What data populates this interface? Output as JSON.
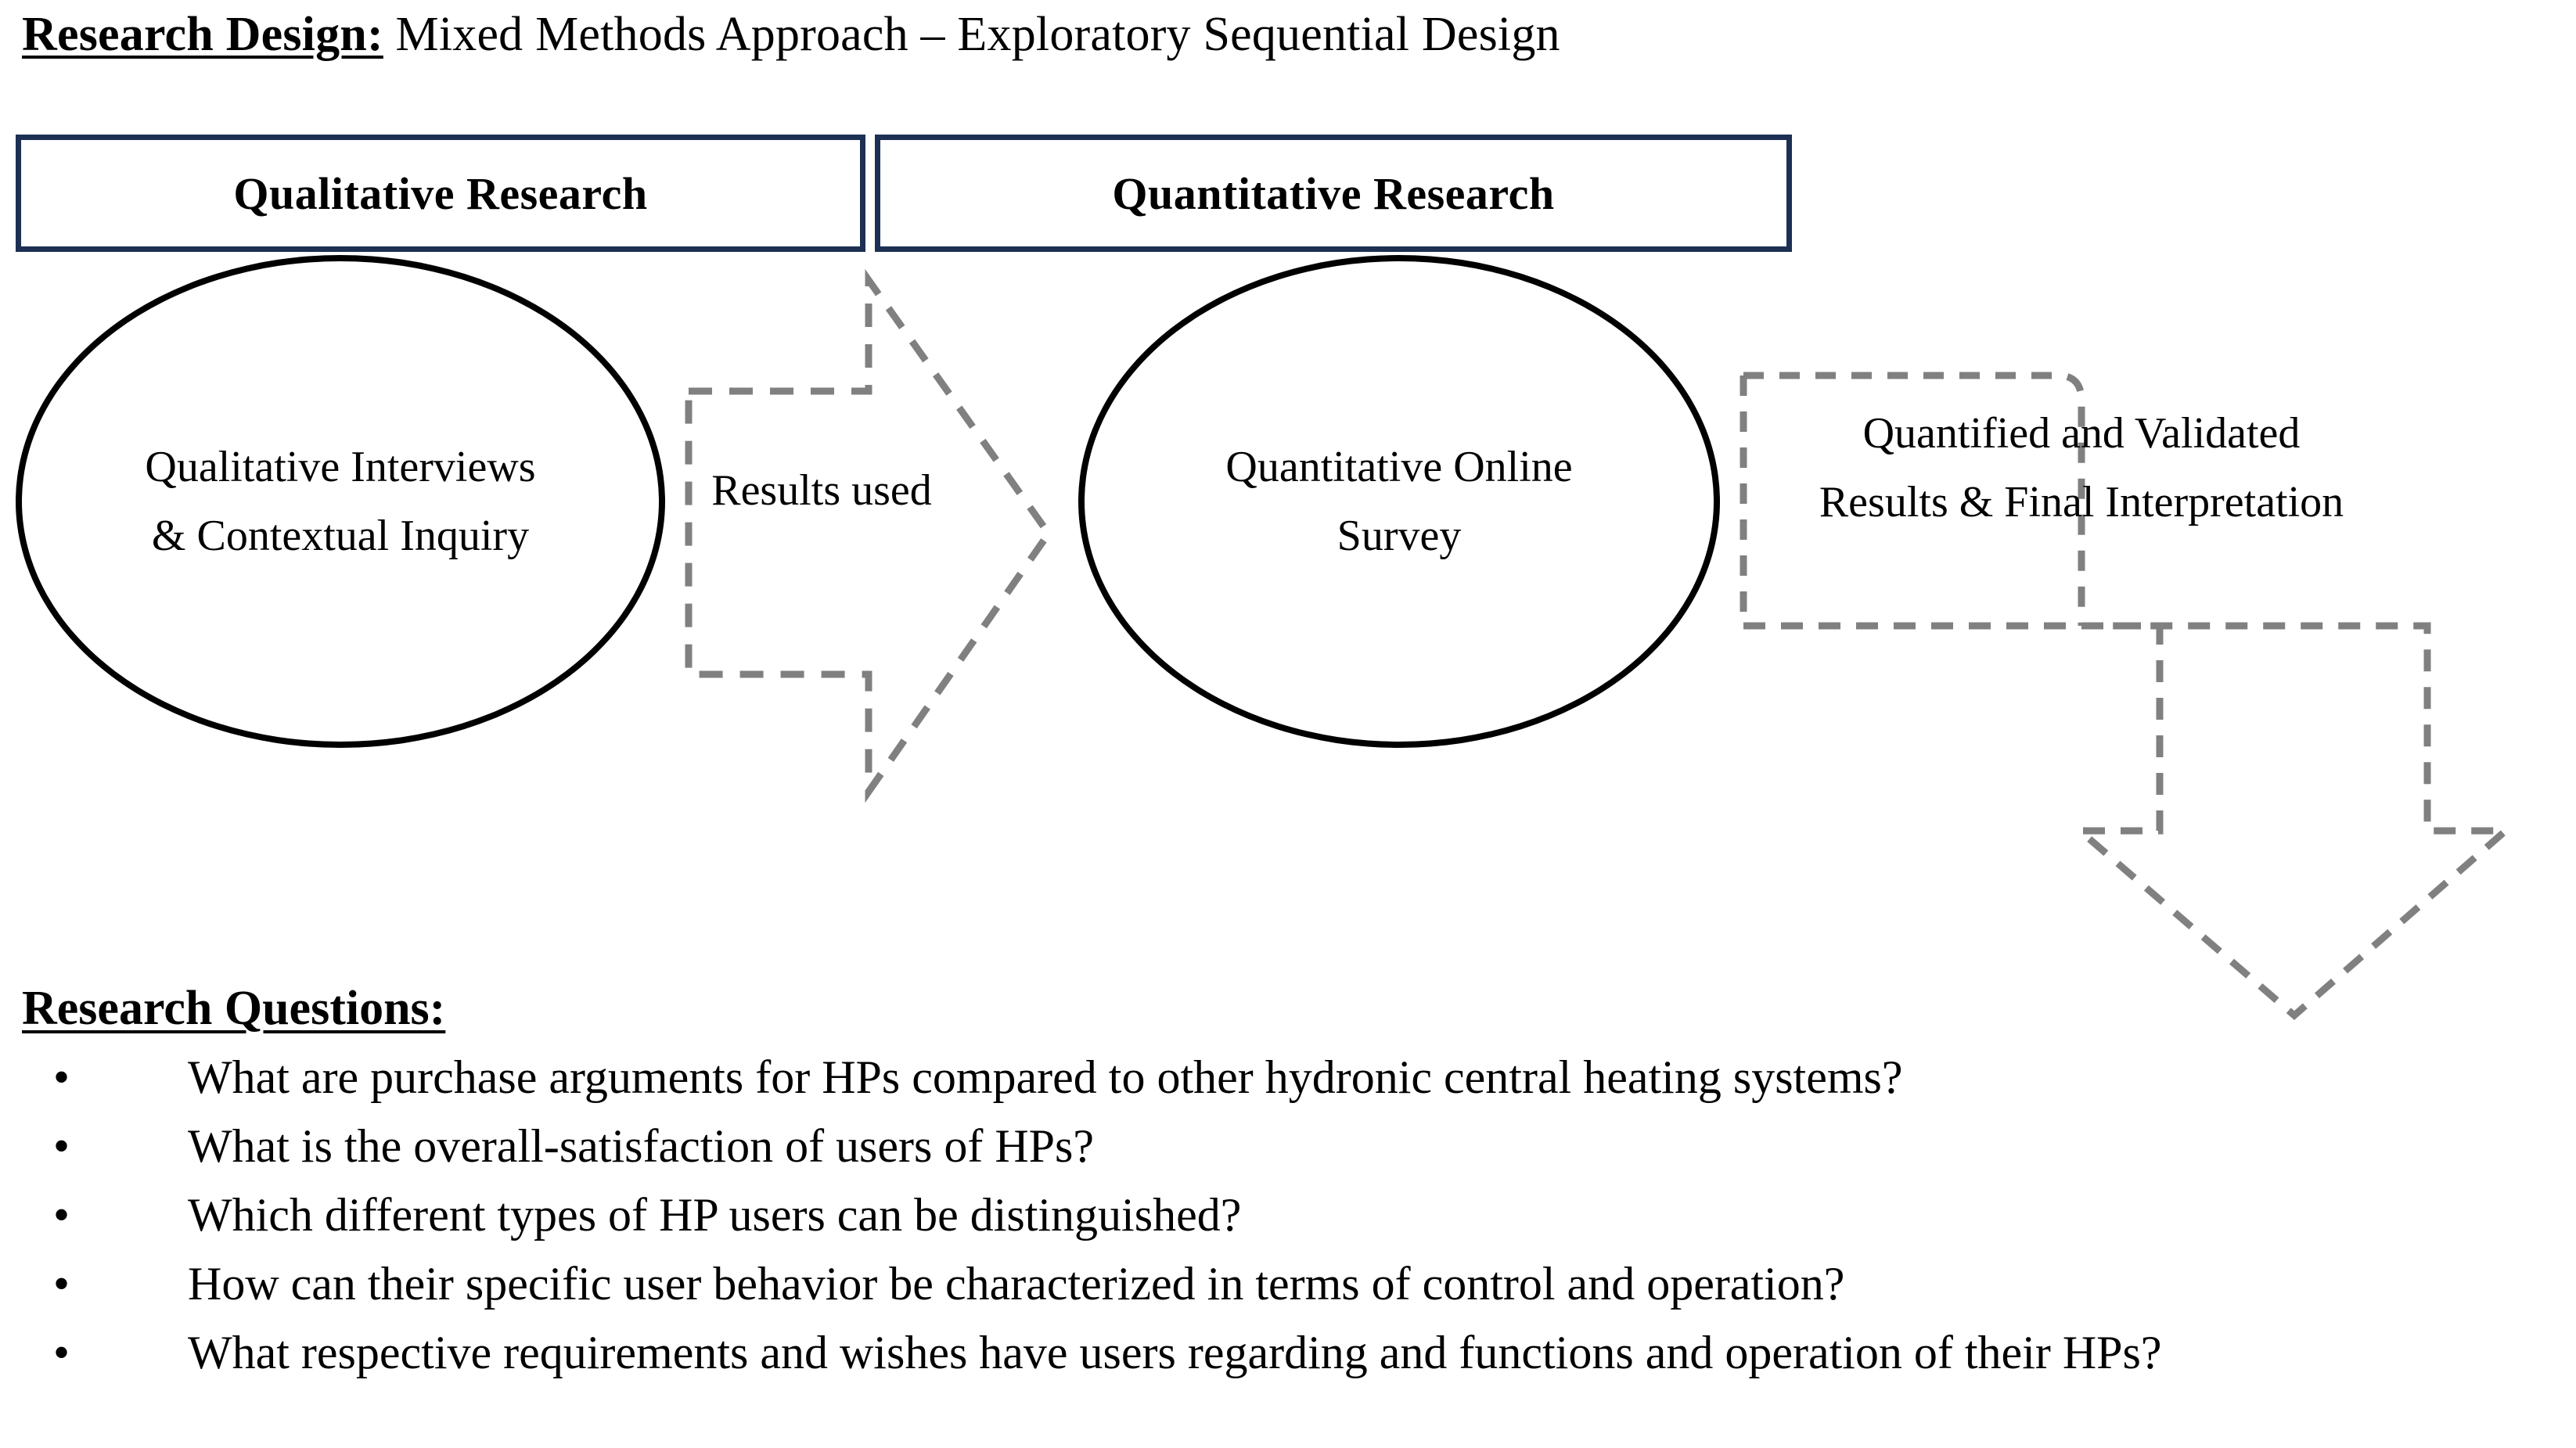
{
  "heading": {
    "label": "Research Design:",
    "text": " Mixed Methods Approach – Exploratory Sequential  Design"
  },
  "colors": {
    "box_border": "#1d3054",
    "ellipse_border": "#000000",
    "dashed_connector": "#808080",
    "text": "#000000",
    "background": "#ffffff"
  },
  "phases": {
    "qualitative": {
      "header": "Qualitative Research",
      "ellipse_text": "Qualitative Interviews & Contextual Inquiry"
    },
    "quantitative": {
      "header": "Quantitative Research",
      "ellipse_text": "Quantitative Online Survey"
    }
  },
  "connectors": {
    "results_used": "Results used",
    "quantified_results": "Quantified and Validated Results & Final Interpretation"
  },
  "questions": {
    "heading": "Research Questions:",
    "bullet_glyph": "•",
    "items": [
      "What are purchase arguments for HPs compared to other hydronic central heating systems?",
      "What is the overall-satisfaction of users of HPs?",
      "Which different types of HP users can be distinguished?",
      "How can their specific user behavior be characterized in terms of control and operation?",
      "What respective requirements and wishes have users regarding and functions and operation of their HPs?"
    ]
  }
}
